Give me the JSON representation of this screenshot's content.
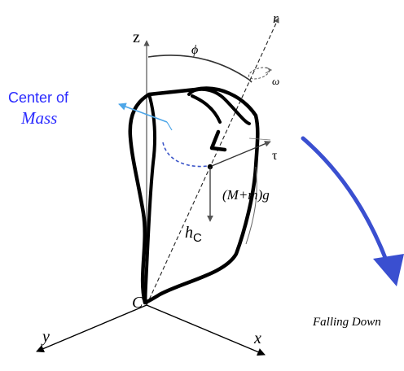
{
  "labels": {
    "z": "z",
    "r": "r",
    "phi": "ϕ",
    "omega": "ω",
    "center_of": "Center of",
    "mass": "Mass",
    "tau": "τ",
    "weight": "(M+m)g",
    "h": "h",
    "h_sub": "C",
    "origin": "C",
    "y": "y",
    "x": "x",
    "falling_down": "Falling Down"
  },
  "colors": {
    "stroke": "#000000",
    "axis_gray": "#555555",
    "label_blue": "#2b2bff",
    "arrow_blue": "#3a4fd0",
    "light_blue": "#4da6e8"
  }
}
